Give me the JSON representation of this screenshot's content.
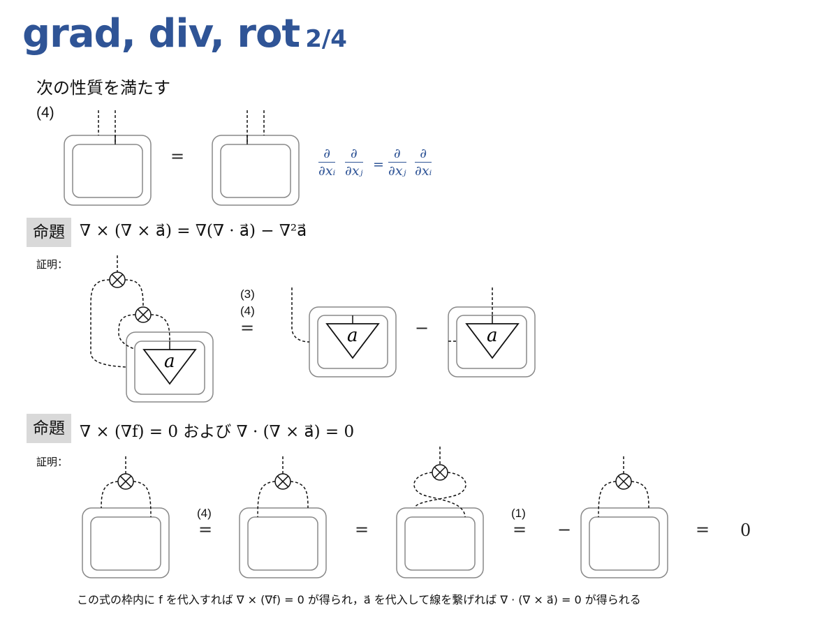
{
  "title": {
    "main": "grad, div, rot",
    "page": "2/4"
  },
  "intro": "次の性質を満たす",
  "prop4": {
    "label": "(4)",
    "equals": "=",
    "formula": {
      "lhs_num1": "∂",
      "lhs_den1": "∂xᵢ",
      "lhs_num2": "∂",
      "lhs_den2": "∂xⱼ",
      "eq": "=",
      "rhs_num1": "∂",
      "rhs_den1": "∂xⱼ",
      "rhs_num2": "∂",
      "rhs_den2": "∂xᵢ"
    }
  },
  "proposition1": {
    "tag": "命題",
    "formula": "∇ × (∇ × a⃗) = ∇(∇ · a⃗) − ∇²a⃗",
    "proof_label": "証明：",
    "step_label_a": "(3)",
    "step_label_b": "(4)",
    "equals": "=",
    "minus": "−",
    "triangle_symbol": "a"
  },
  "proposition2": {
    "tag": "命題",
    "formula": "∇ × (∇f) = 0 および ∇ · (∇ × a⃗) = 0",
    "proof_label": "証明：",
    "step1_label": "(4)",
    "step3_label": "(1)",
    "equals": "=",
    "minus": "−",
    "result": "0"
  },
  "caption": "この式の枠内に f を代入すれば ∇ × (∇f) = 0 が得られ，a⃗ を代入して線を繋げれば ∇ · (∇ × a⃗) = 0 が得られる"
}
